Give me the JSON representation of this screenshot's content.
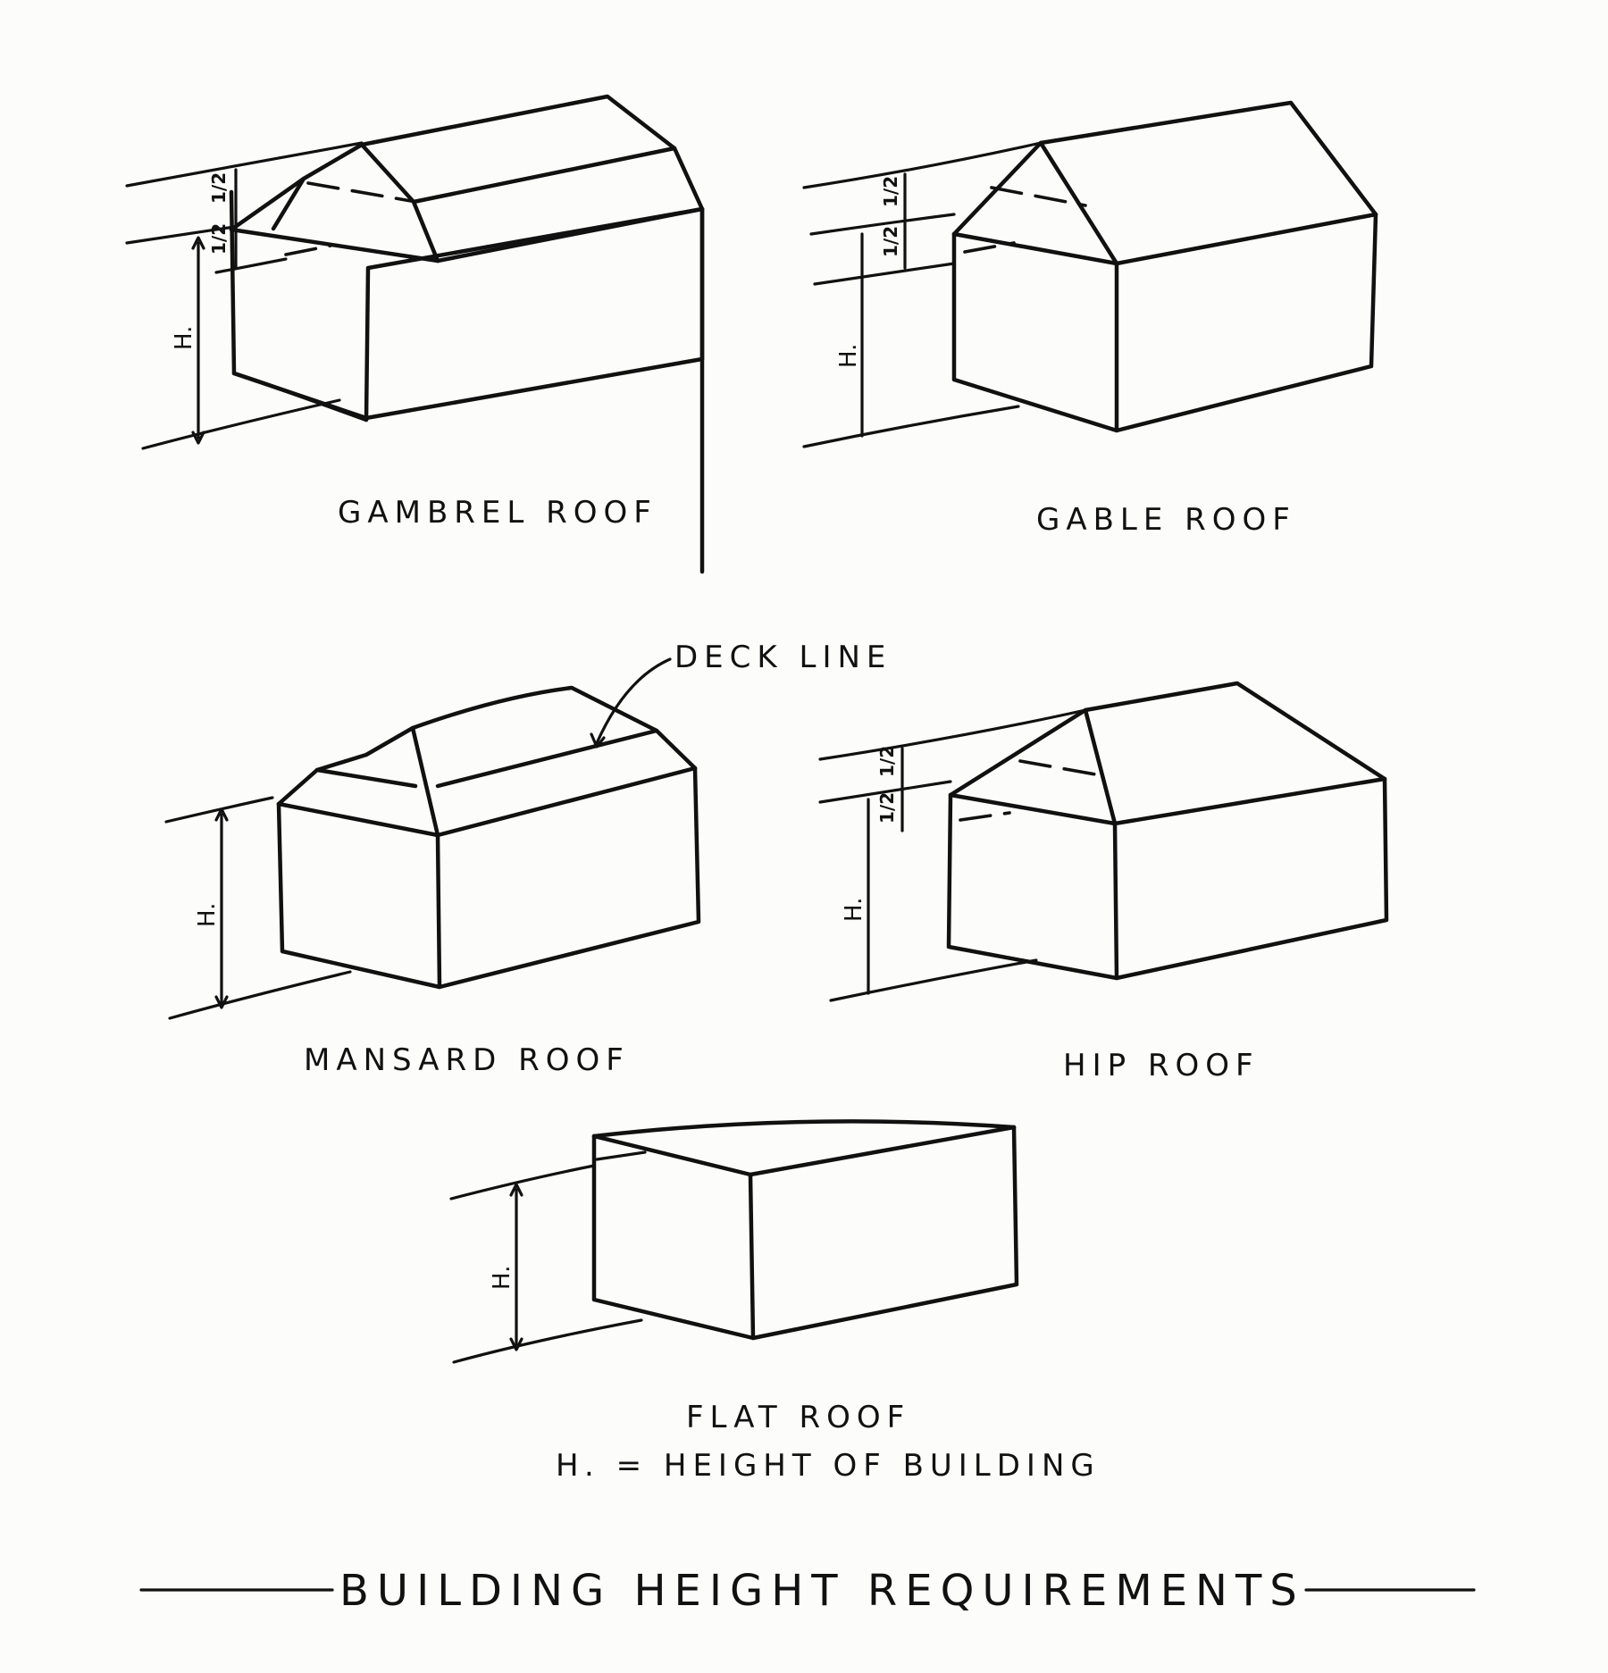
{
  "labels": {
    "gambrel": "GAMBREL ROOF",
    "gable": "GABLE ROOF",
    "mansard": "MANSARD ROOF",
    "hip": "HIP ROOF",
    "flat": "FLAT ROOF",
    "deck_line": "DECK LINE",
    "height_abbrev": "H.",
    "half": "1/2",
    "legend": "H. = HEIGHT OF BUILDING",
    "title": "BUILDING HEIGHT REQUIREMENTS"
  }
}
